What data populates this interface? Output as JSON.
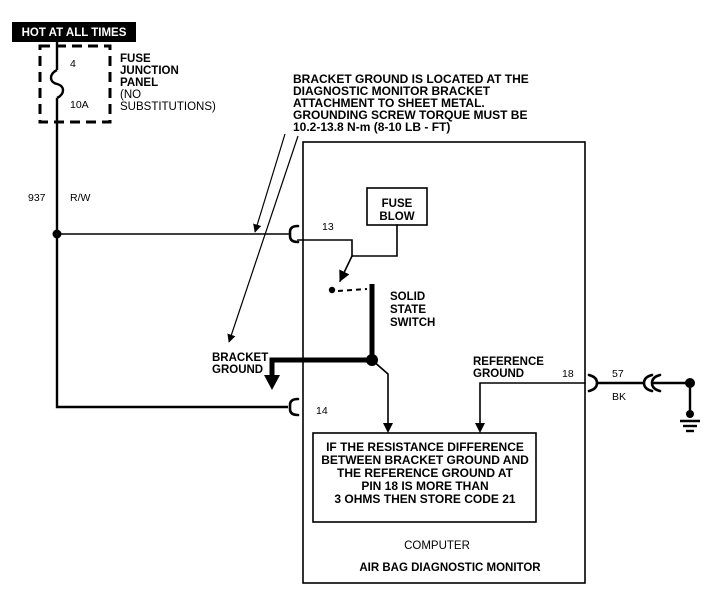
{
  "header": {
    "label": "HOT AT ALL TIMES"
  },
  "fuse_panel": {
    "fuse_number": "4",
    "fuse_rating": "10A",
    "label_lines": [
      "FUSE",
      "JUNCTION",
      "PANEL",
      "(NO",
      "SUBSTITUTIONS)"
    ]
  },
  "circuit_937": {
    "number": "937",
    "color": "R/W"
  },
  "note": {
    "lines": [
      "BRACKET GROUND IS LOCATED AT THE",
      "DIAGNOSTIC MONITOR BRACKET",
      "ATTACHMENT TO SHEET METAL.",
      "GROUNDING SCREW TORQUE MUST BE",
      "10.2-13.8 N-m (8-10 LB - FT)"
    ]
  },
  "pins": {
    "p13": "13",
    "p14": "14",
    "p18": "18"
  },
  "fuse_blow": {
    "lines": [
      "FUSE",
      "BLOW"
    ]
  },
  "solid_state_switch": {
    "lines": [
      "SOLID",
      "STATE",
      "SWITCH"
    ]
  },
  "bracket_ground": {
    "lines": [
      "BRACKET",
      "GROUND"
    ]
  },
  "reference_ground": {
    "lines": [
      "REFERENCE",
      "GROUND"
    ]
  },
  "circuit_57": {
    "number": "57",
    "color": "BK"
  },
  "logic_box": {
    "lines": [
      "IF THE RESISTANCE DIFFERENCE",
      "BETWEEN BRACKET GROUND AND",
      "THE REFERENCE GROUND AT",
      "PIN 18 IS MORE THAN",
      "3 OHMS THEN STORE CODE 21"
    ]
  },
  "module": {
    "computer_label": "COMPUTER",
    "name": "AIR BAG DIAGNOSTIC MONITOR"
  },
  "colors": {
    "ink": "#000000",
    "background": "#ffffff"
  }
}
